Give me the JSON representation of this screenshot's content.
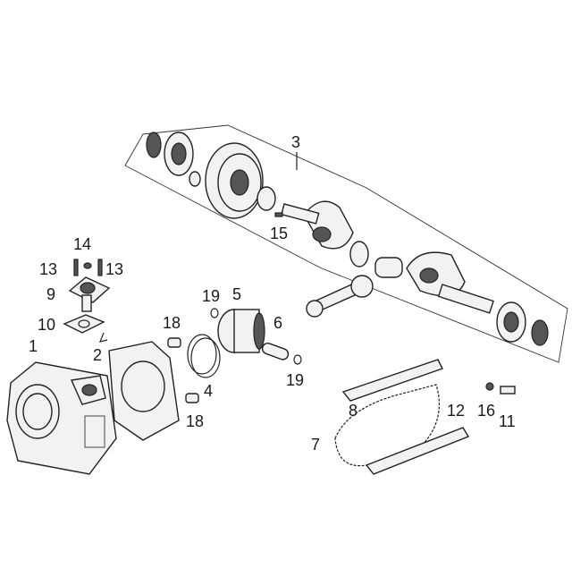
{
  "labels": {
    "p1": "1",
    "p2": "2",
    "p3": "3",
    "p4": "4",
    "p5": "5",
    "p6": "6",
    "p7": "7",
    "p8": "8",
    "p9": "9",
    "p10": "10",
    "p11": "11",
    "p12": "12",
    "p13a": "13",
    "p13b": "13",
    "p14": "14",
    "p15": "15",
    "p16": "16",
    "p18a": "18",
    "p18b": "18",
    "p19a": "19",
    "p19b": "19"
  }
}
